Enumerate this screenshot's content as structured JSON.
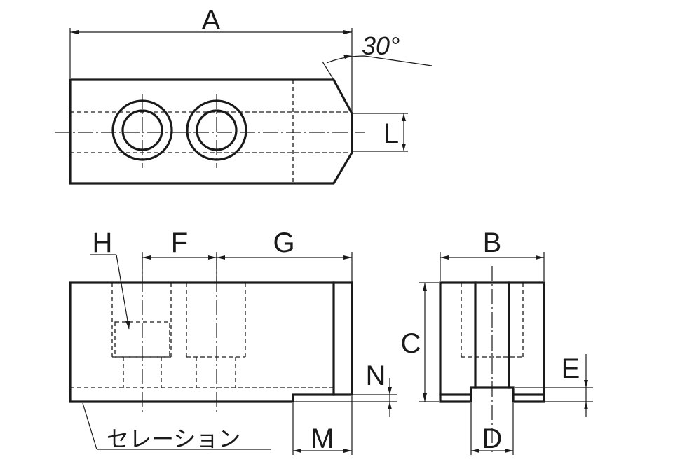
{
  "dimensions": {
    "a": "A",
    "b": "B",
    "c": "C",
    "d": "D",
    "e": "E",
    "f": "F",
    "g": "G",
    "h": "H",
    "l": "L",
    "m": "M",
    "n": "N"
  },
  "angle_label": "30°",
  "serration_label": "セレーション"
}
